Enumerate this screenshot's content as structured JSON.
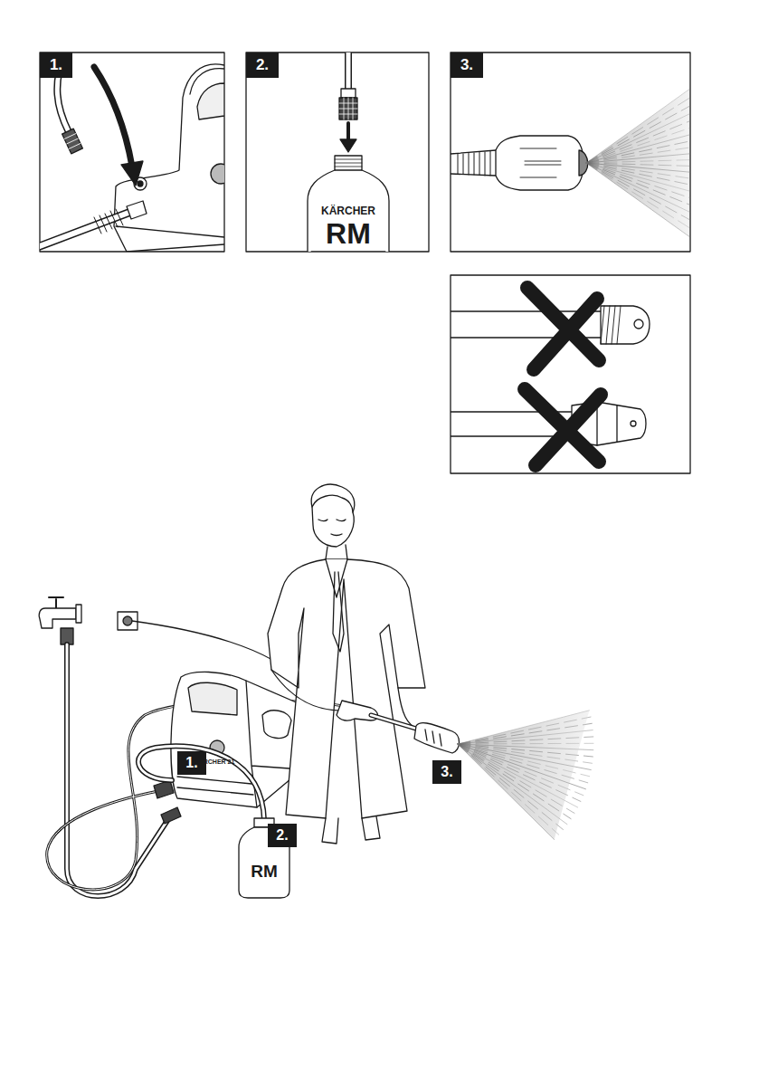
{
  "diagram": {
    "nodes": [
      {
        "text": [
          "1."
        ]
      },
      {
        "text": [
          "2."
        ]
      },
      {
        "text": [
          "3."
        ]
      },
      {
        "text": [
          "1."
        ]
      },
      {
        "text": [
          "2."
        ]
      },
      {
        "text": [
          "3."
        ]
      }
    ],
    "labels": [
      "KÄRCHER",
      "RM",
      "KÄRCHER 21",
      "RM"
    ]
  }
}
